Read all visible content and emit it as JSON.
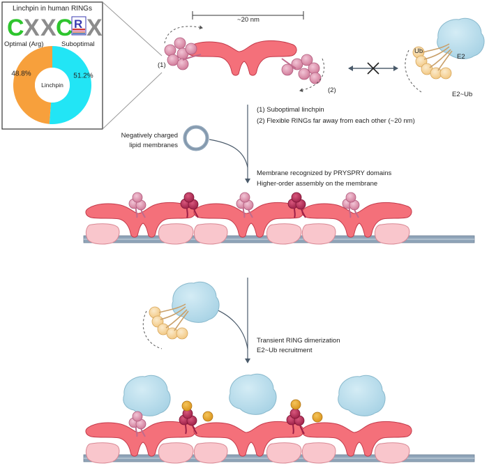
{
  "inset": {
    "title": "Linchpin in human RINGs",
    "logo_letters": [
      "C",
      "X",
      "X",
      "C",
      "R",
      "X"
    ],
    "optimal_label": "Optimal (Arg)",
    "suboptimal_label": "Suboptimal",
    "center_label": "Linchpin"
  },
  "chart_data": {
    "type": "pie",
    "title": "Linchpin in human RINGs",
    "slices": [
      {
        "name": "Optimal (Arg)",
        "value": 48.8,
        "label": "48.8%",
        "color": "#f7a03c"
      },
      {
        "name": "Suboptimal",
        "value": 51.2,
        "label": "51.2%",
        "color": "#22e5f5"
      }
    ],
    "center_label": "Linchpin"
  },
  "top": {
    "distance_label": "~20 nm",
    "label_1": "(1)",
    "label_2": "(2)",
    "ub_label": "Ub",
    "e2_label": "E2",
    "e2ub_label": "E2~Ub"
  },
  "notes": {
    "line_1": "(1) Suboptimal linchpin",
    "line_2": "(2) Flexible RINGs far away from each other (~20 nm)"
  },
  "membrane": {
    "label_line_1": "Negatively charged",
    "label_line_2": "lipid membranes"
  },
  "step2": {
    "line_1": "Membrane recognized by PRYSPRY domains",
    "line_2": "Higher-order assembly on the membrane"
  },
  "step3": {
    "line_1": "Transient RING dimerization",
    "line_2": "E2~Ub recruitment"
  },
  "colors": {
    "coiled_coil": "#f4707a",
    "pryspry": "#f9c6cc",
    "ring_light": "#d47a98",
    "ring_dark": "#b02a55",
    "ub": "#f7d796",
    "ub_dark": "#e8a93b",
    "e2": "#b5dcea",
    "membrane": "#8fa4b8"
  }
}
